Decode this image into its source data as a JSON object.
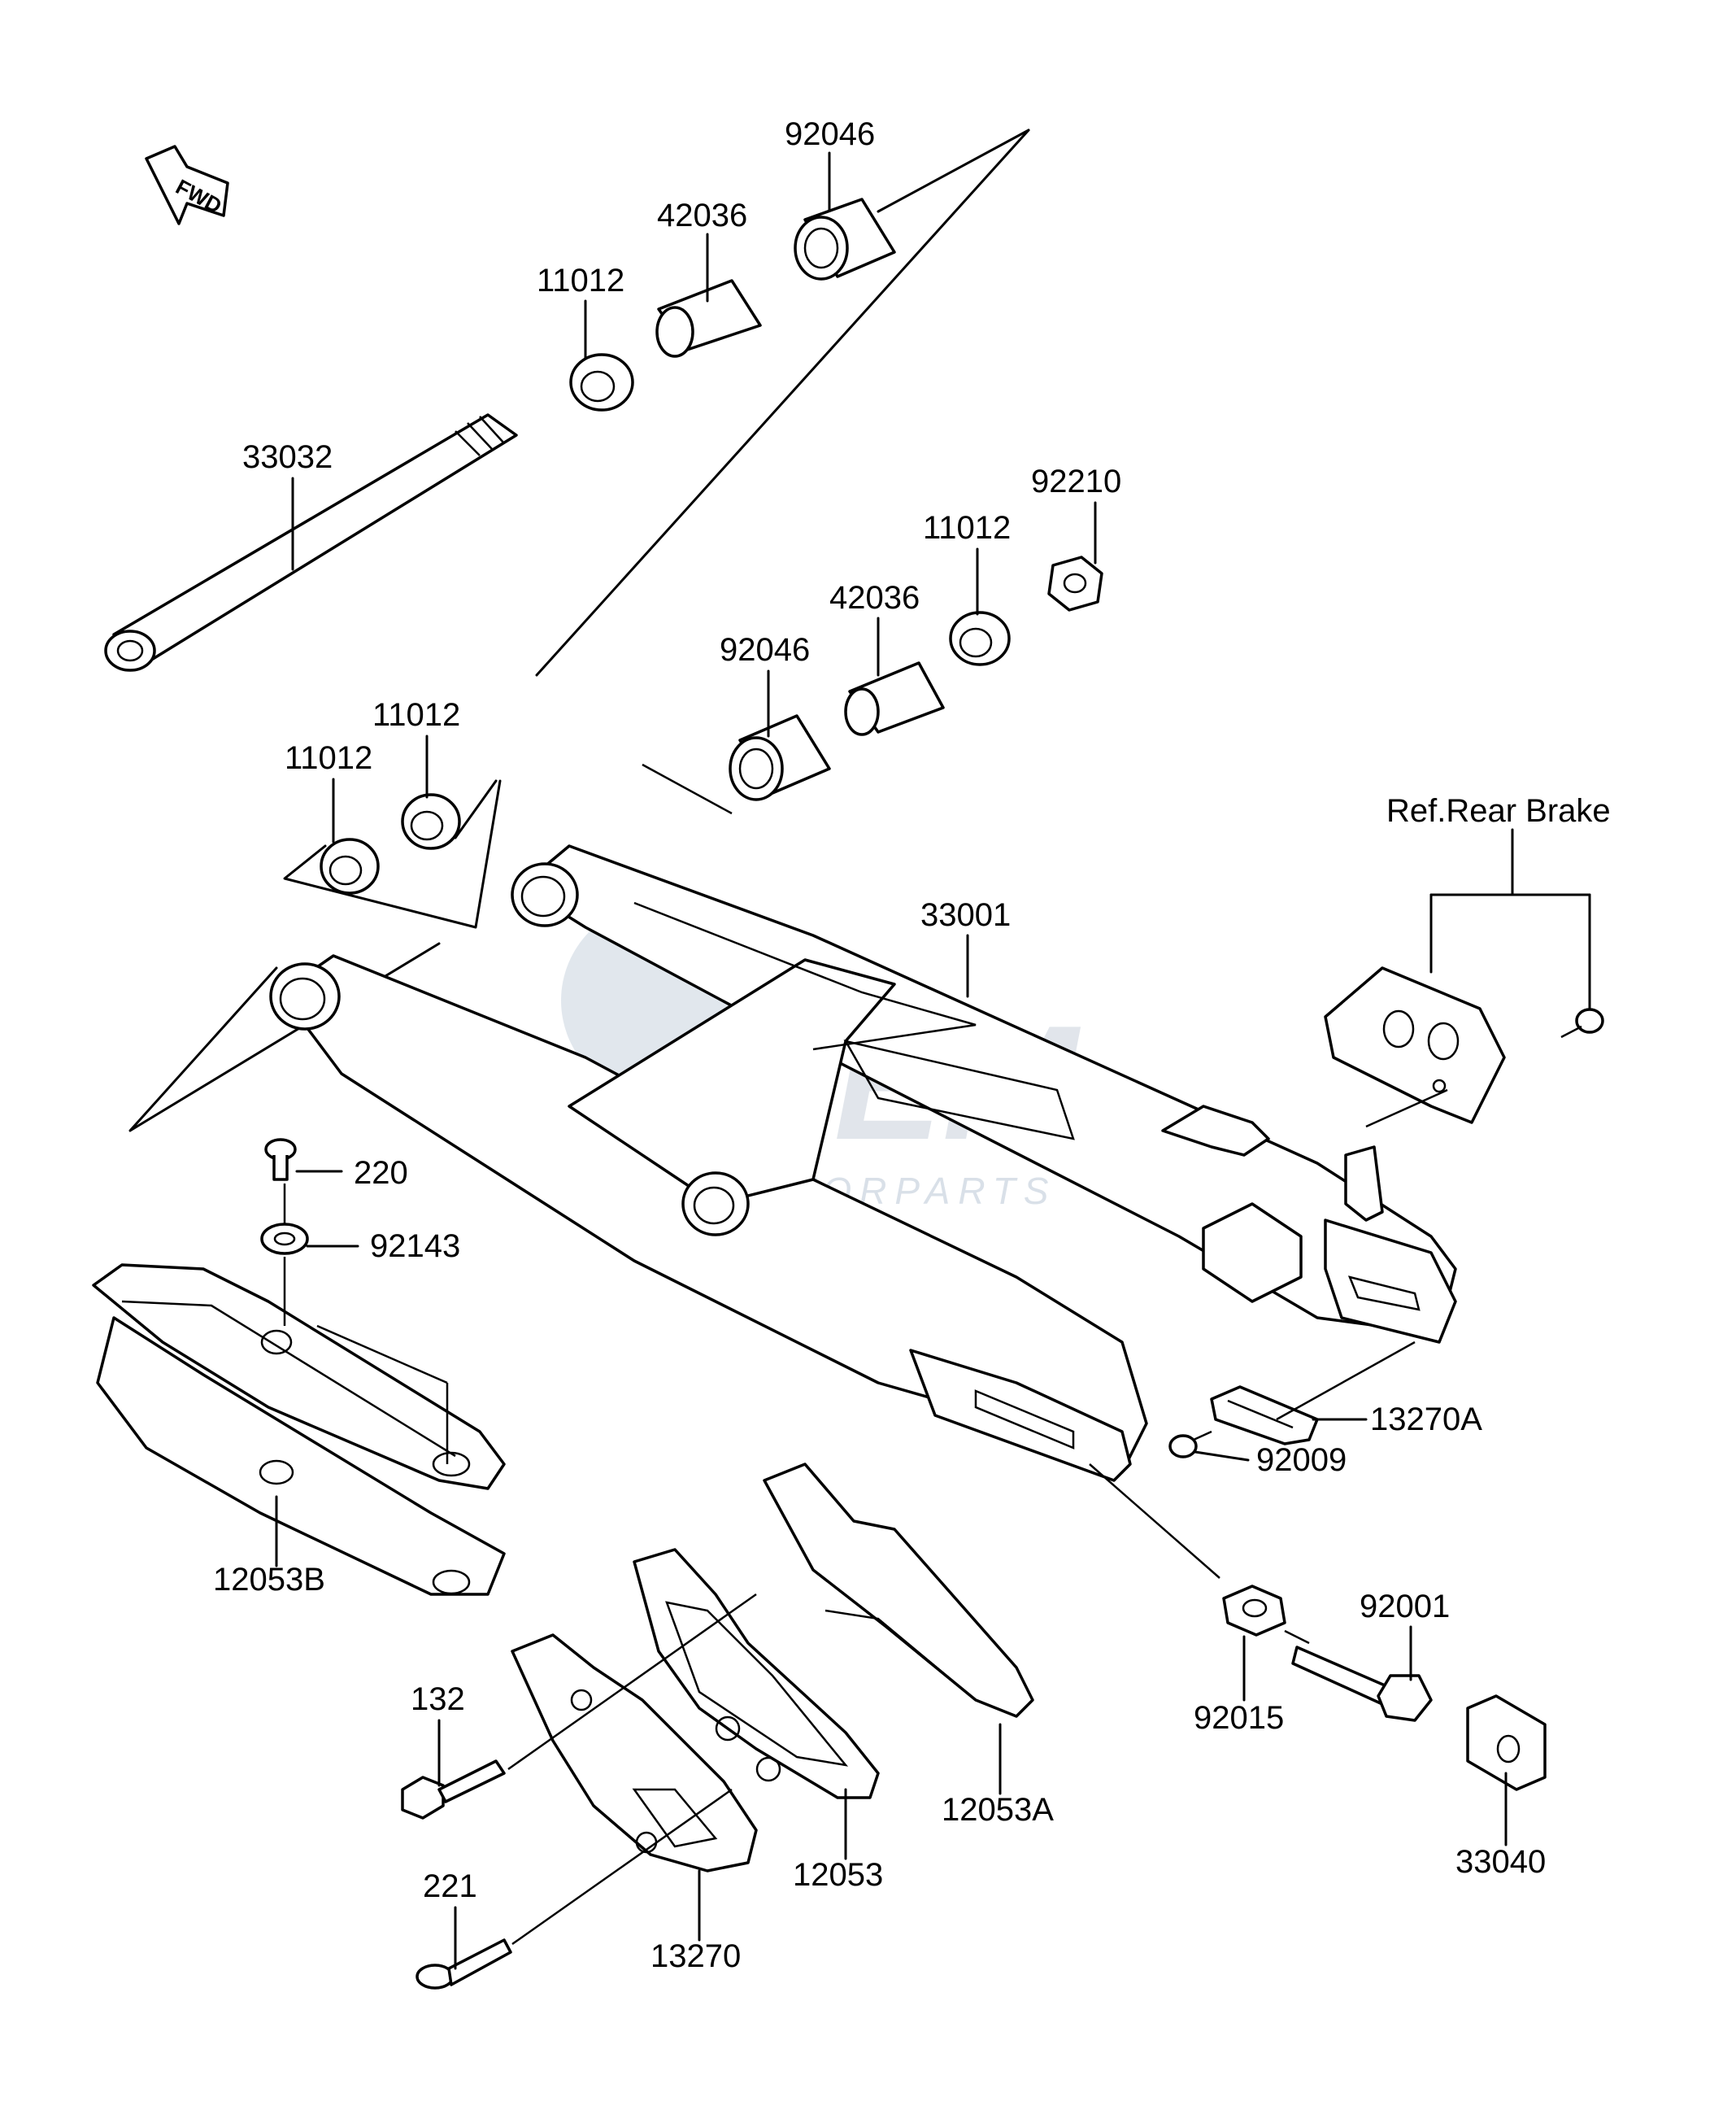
{
  "fwd_label": "FWD",
  "reference": {
    "text": "Ref.Rear Brake"
  },
  "watermark": {
    "logo": "OEM",
    "subtitle": "MOTORPARTS"
  },
  "parts": {
    "p92046_top": "92046",
    "p42036_top": "42036",
    "p11012_top": "11012",
    "p33032": "33032",
    "p92210": "92210",
    "p11012_right": "11012",
    "p42036_right": "42036",
    "p92046_right": "92046",
    "p11012_mid": "11012",
    "p11012_left": "11012",
    "p33001": "33001",
    "p220": "220",
    "p92143": "92143",
    "p13270A": "13270A",
    "p92009": "92009",
    "p12053B": "12053B",
    "p92001": "92001",
    "p132": "132",
    "p92015": "92015",
    "p12053A": "12053A",
    "p33040": "33040",
    "p221": "221",
    "p12053": "12053",
    "p13270": "13270"
  }
}
